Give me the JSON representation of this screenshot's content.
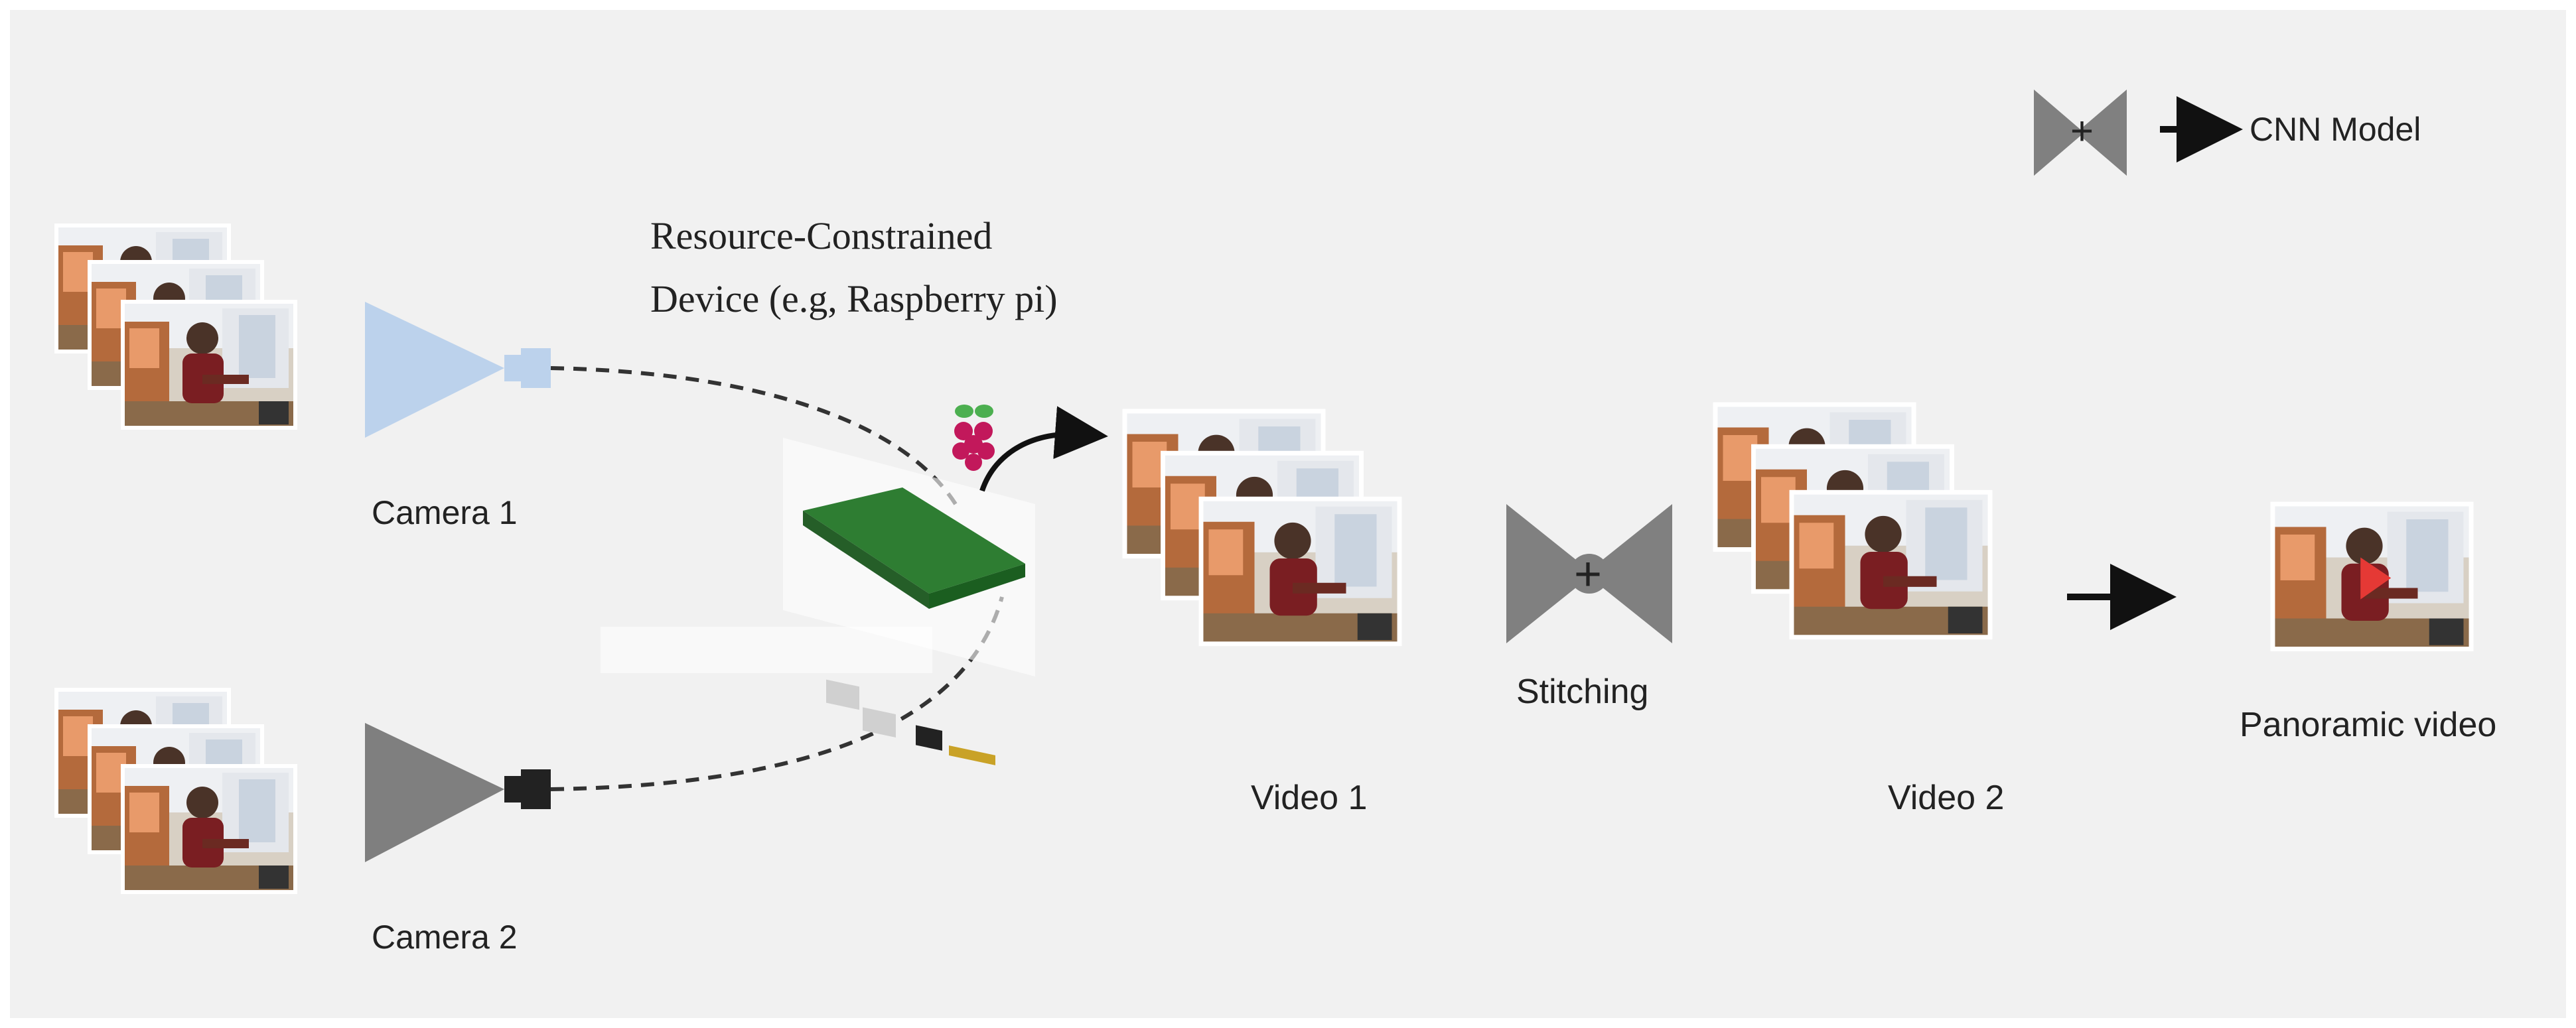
{
  "legend": {
    "label": "CNN Model"
  },
  "device": {
    "line1": "Resource-Constrained",
    "line2": "Device (e.g, Raspberry pi)"
  },
  "cameras": [
    {
      "label": "Camera 1",
      "color": "#bcd2ec"
    },
    {
      "label": "Camera 2",
      "color": "#7f7f7f"
    }
  ],
  "videos": [
    {
      "label": "Video 1"
    },
    {
      "label": "Video 2"
    }
  ],
  "stitching": {
    "label": "Stitching"
  },
  "output": {
    "label": "Panoramic video"
  },
  "colors": {
    "background": "#f1f1f1",
    "cnn_gray": "#808080",
    "arrow": "#111111",
    "raspberry": "#c2185b",
    "board_green": "#2e7d32"
  }
}
